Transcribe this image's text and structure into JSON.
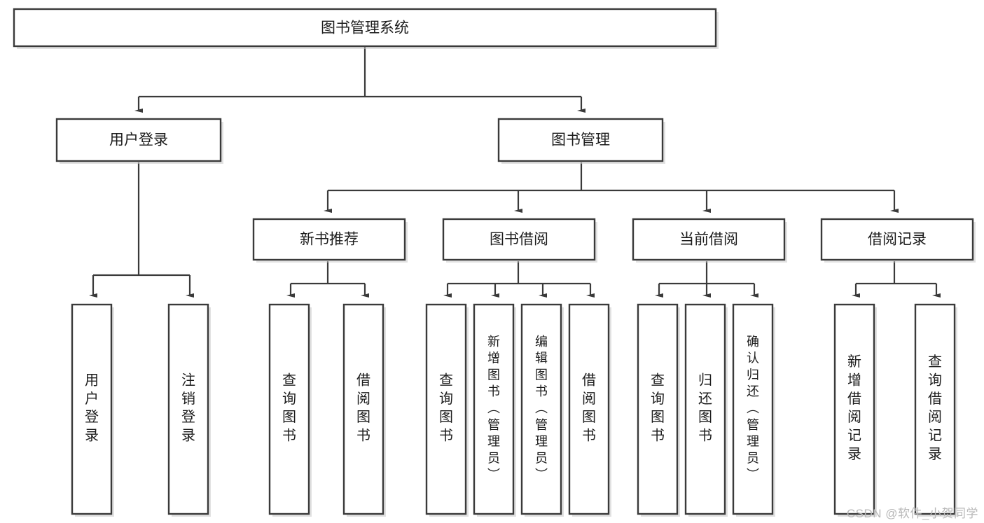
{
  "diagram": {
    "type": "tree-hierarchy-chart",
    "title": "图书管理系统",
    "watermark": "CSDN @软件_小贺同学",
    "colors": {
      "box_stroke": "#3a3a3a",
      "box_fill": "#ffffff",
      "text": "#1c1c1c",
      "connector": "#3a3a3a",
      "watermark": "#b8b8b8",
      "background": "#ffffff"
    },
    "levels": {
      "root": {
        "id": "root",
        "label": "图书管理系统",
        "orientation": "horizontal"
      },
      "level2": [
        {
          "id": "user-login",
          "label": "用户登录",
          "orientation": "horizontal"
        },
        {
          "id": "book-management",
          "label": "图书管理",
          "orientation": "horizontal"
        }
      ],
      "level3": [
        {
          "id": "new-book-recommend",
          "label": "新书推荐",
          "orientation": "horizontal",
          "parent": "book-management"
        },
        {
          "id": "book-borrow",
          "label": "图书借阅",
          "orientation": "horizontal",
          "parent": "book-management"
        },
        {
          "id": "current-borrow",
          "label": "当前借阅",
          "orientation": "horizontal",
          "parent": "book-management"
        },
        {
          "id": "borrow-records",
          "label": "借阅记录",
          "orientation": "horizontal",
          "parent": "book-management"
        }
      ],
      "leaves": [
        {
          "id": "leaf-user-login",
          "label": "用户登录",
          "orientation": "vertical",
          "parent": "user-login"
        },
        {
          "id": "leaf-logout-login",
          "label": "注销登录",
          "orientation": "vertical",
          "parent": "user-login"
        },
        {
          "id": "leaf-query-book-1",
          "label": "查询图书",
          "orientation": "vertical",
          "parent": "new-book-recommend"
        },
        {
          "id": "leaf-borrow-book-1",
          "label": "借阅图书",
          "orientation": "vertical",
          "parent": "new-book-recommend"
        },
        {
          "id": "leaf-query-book-2",
          "label": "查询图书",
          "orientation": "vertical",
          "parent": "book-borrow"
        },
        {
          "id": "leaf-add-book",
          "label": "新增图书（管理员）",
          "orientation": "vertical",
          "parent": "book-borrow"
        },
        {
          "id": "leaf-edit-book",
          "label": "编辑图书（管理员）",
          "orientation": "vertical",
          "parent": "book-borrow"
        },
        {
          "id": "leaf-borrow-book-2",
          "label": "借阅图书",
          "orientation": "vertical",
          "parent": "book-borrow"
        },
        {
          "id": "leaf-query-book-3",
          "label": "查询图书",
          "orientation": "vertical",
          "parent": "current-borrow"
        },
        {
          "id": "leaf-return-book",
          "label": "归还图书",
          "orientation": "vertical",
          "parent": "current-borrow"
        },
        {
          "id": "leaf-confirm-return",
          "label": "确认归还（管理员）",
          "orientation": "vertical",
          "parent": "current-borrow"
        },
        {
          "id": "leaf-add-record",
          "label": "新增借阅记录",
          "orientation": "vertical",
          "parent": "borrow-records"
        },
        {
          "id": "leaf-query-record",
          "label": "查询借阅记录",
          "orientation": "vertical",
          "parent": "borrow-records"
        }
      ]
    }
  }
}
